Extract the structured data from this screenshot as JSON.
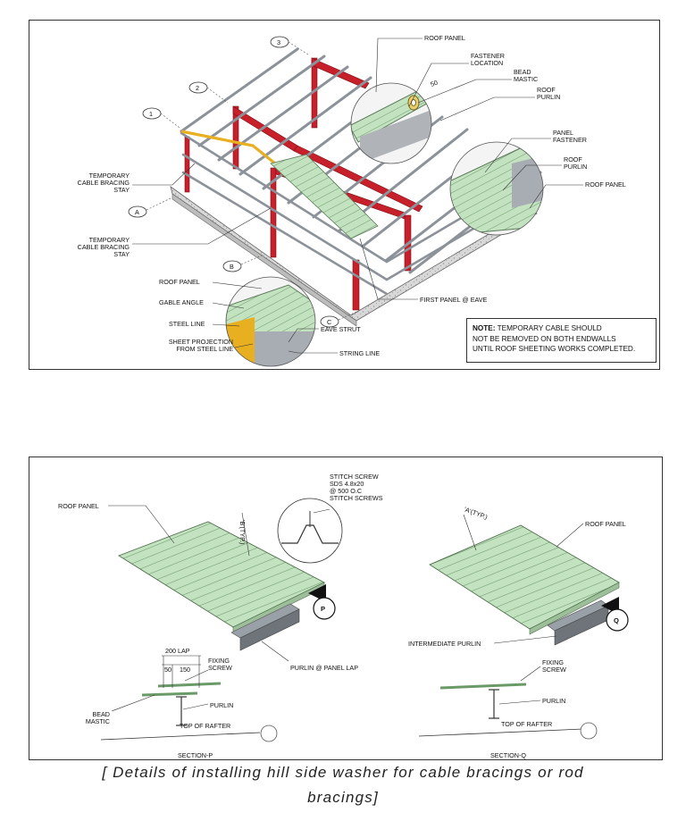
{
  "top_figure": {
    "grid_markers": [
      "1",
      "2",
      "3",
      "A",
      "B",
      "C"
    ],
    "labels": {
      "roof_panel_1": "ROOF PANEL",
      "fastener_location": "FASTENER\nLOCATION",
      "bead_mastic": "BEAD\nMASTIC",
      "roof_purlin_1": "ROOF\nPURLIN",
      "panel_fastener": "PANEL\nFASTENER",
      "roof_purlin_2": "ROOF\nPURLIN",
      "roof_panel_2": "ROOF PANEL",
      "temp_cable_1": "TEMPORARY\nCABLE BRACING\nSTAY",
      "temp_cable_2": "TEMPORARY\nCABLE BRACING\nSTAY",
      "roof_panel_3": "ROOF PANEL",
      "gable_angle": "GABLE ANGLE",
      "steel_line": "STEEL LINE",
      "sheet_projection": "SHEET PROJECTION\nFROM STEEL LINE",
      "eave_strut": "EAVE STRUT",
      "string_line": "STRING LINE",
      "first_panel": "FIRST PANEL @ EAVE",
      "dim_50": "50"
    },
    "note": {
      "prefix": "NOTE:",
      "line1": " TEMPORARY CABLE SHOULD",
      "line2": "NOT BE REMOVED ON BOTH ENDWALLS",
      "line3": "UNTIL ROOF SHEETING WORKS COMPLETED."
    }
  },
  "bottom_figure": {
    "labels": {
      "roof_panel_left": "ROOF PANEL",
      "stitch_screw": "STITCH SCREW\nSDS 4.8x20\n@ 500 O.C\nSTITCH SCREWS",
      "b_typ": "'B'(TYP.)",
      "section_p_marker": "P",
      "purlin_lap": "PURLIN @ PANEL LAP",
      "lap_200": "200 LAP",
      "dim_50": "50",
      "dim_150": "150",
      "fixing_screw_left": "FIXING\nSCREW",
      "bead_mastic": "BEAD\nMASTIC",
      "purlin_left": "PURLIN",
      "top_rafter_left": "TOP OF RAFTER",
      "section_p": "SECTION-P",
      "a_typ": "'A'(TYP.)",
      "roof_panel_right": "ROOF PANEL",
      "section_q_marker": "Q",
      "intermediate_purlin": "INTERMEDIATE PURLIN",
      "fixing_screw_right": "FIXING\nSCREW",
      "purlin_right": "PURLIN",
      "top_rafter_right": "TOP OF RAFTER",
      "section_q": "SECTION-Q"
    }
  },
  "caption": {
    "line1": "[ Details of installing hill side washer for cable bracings or rod",
    "line2": "bracings]"
  },
  "colors": {
    "steel_red": "#c8202a",
    "purlin_grey": "#9aa0a8",
    "panel_green": "#bfe0bd",
    "gable_yellow": "#e8b020",
    "concrete": "#cfcfcf"
  }
}
